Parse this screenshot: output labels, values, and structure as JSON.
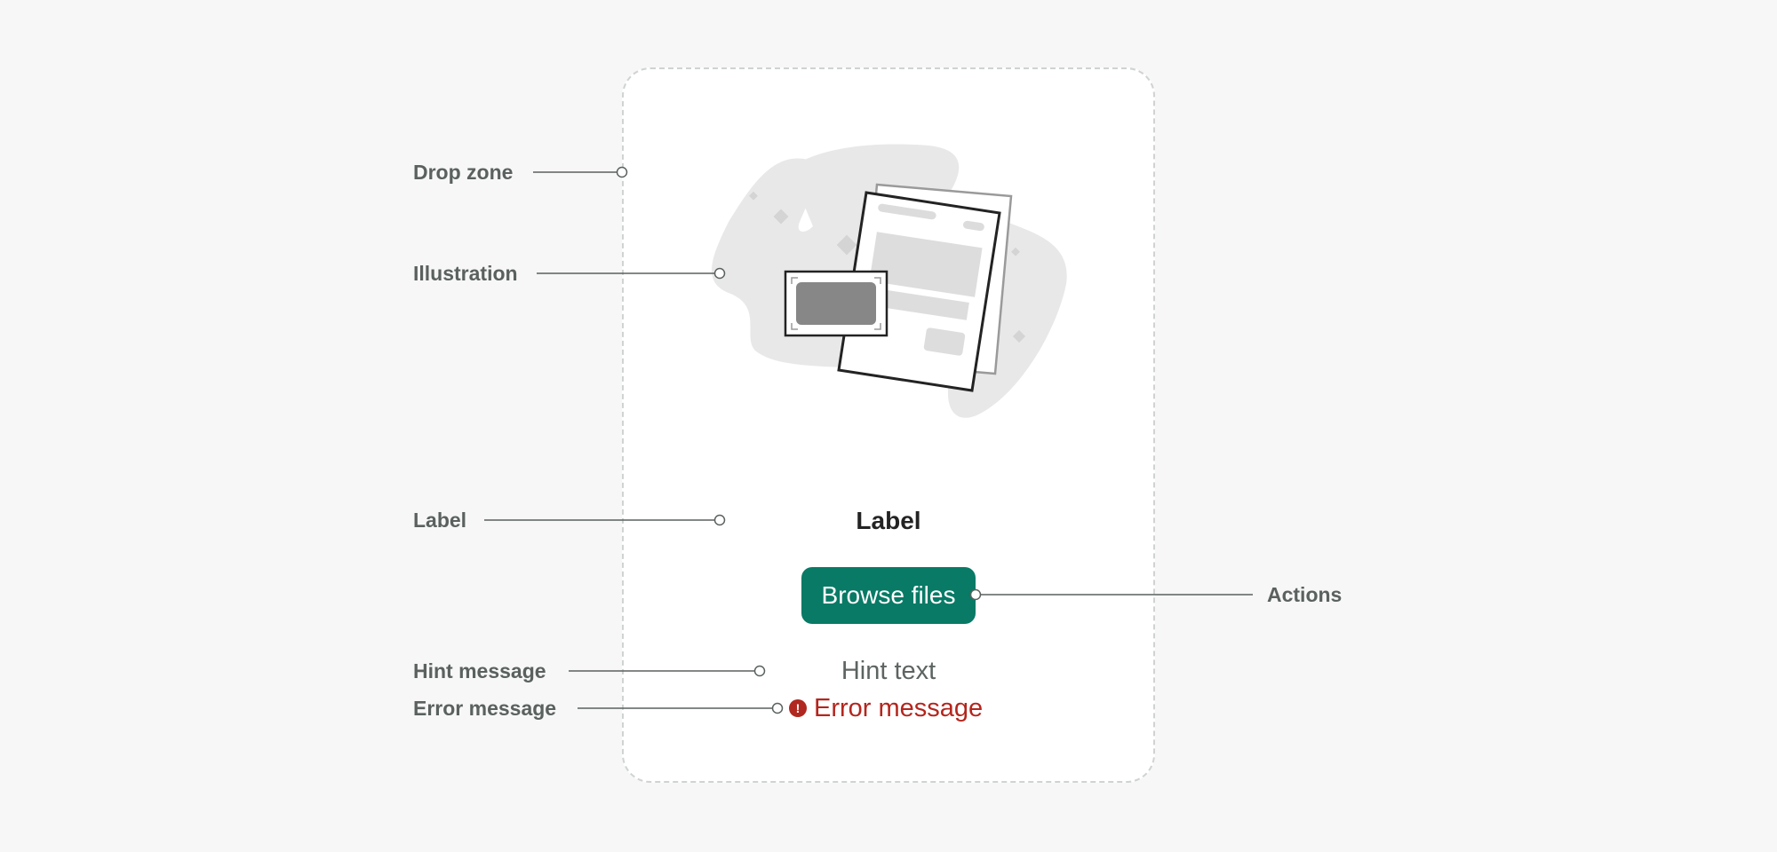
{
  "annotations": {
    "drop_zone": "Drop zone",
    "illustration": "Illustration",
    "label": "Label",
    "hint_message": "Hint message",
    "error_message": "Error message",
    "actions": "Actions"
  },
  "dropzone": {
    "label": "Label",
    "button_label": "Browse files",
    "hint": "Hint text",
    "error": "Error message",
    "error_icon_glyph": "!"
  },
  "colors": {
    "background": "#f6f7f6",
    "primary_button": "#087a66",
    "error": "#b3261e",
    "annotation_text": "#5a615f",
    "dropzone_border": "#cfd3d2"
  },
  "icons": {
    "illustration": "document-scan-illustration",
    "error": "error-circle-icon"
  }
}
